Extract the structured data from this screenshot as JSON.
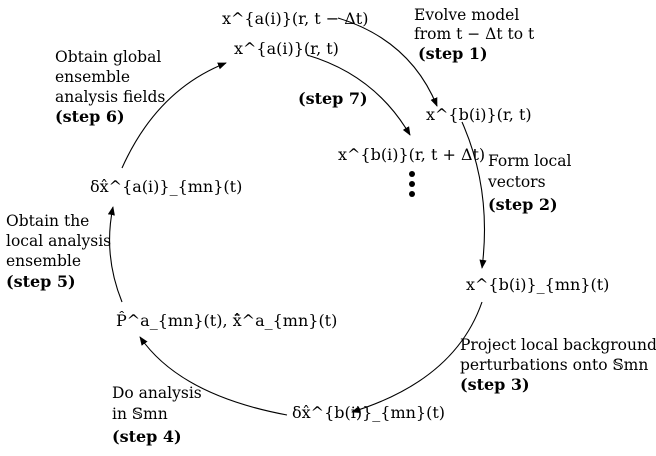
{
  "nodes": {
    "x_a_prev": "x^{a(i)}(r, t − Δt)",
    "x_a_t": "x^{a(i)}(r, t)",
    "x_b_t": "x^{b(i)}(r, t)",
    "x_b_next": "x^{b(i)}(r, t + Δt)",
    "x_b_local": "x^{b(i)}_{mn}(t)",
    "dx_b_local": "δx̂^{b(i)}_{mn}(t)",
    "p_a_local": "P̂^a_{mn}(t), x̂̄^a_{mn}(t)",
    "dx_a_local": "δx̂^{a(i)}_{mn}(t)"
  },
  "steps": {
    "s1": {
      "desc": [
        "Evolve model",
        "from t − Δt to t"
      ],
      "label": "(step 1)"
    },
    "s2": {
      "desc": [
        "Form local",
        "vectors"
      ],
      "label": "(step 2)"
    },
    "s3": {
      "desc": [
        "Project local background",
        "perturbations onto 𝕊mn"
      ],
      "label": "(step 3)"
    },
    "s4": {
      "desc": [
        "Do analysis",
        "in 𝕊mn"
      ],
      "label": "(step 4)"
    },
    "s5": {
      "desc": [
        "Obtain the",
        "local analysis",
        "ensemble"
      ],
      "label": "(step 5)"
    },
    "s6": {
      "desc": [
        "Obtain global",
        "ensemble",
        "analysis fields"
      ],
      "label": "(step 6)"
    },
    "s7": {
      "label": "(step 7)"
    }
  },
  "colors": {
    "ink": "#000000",
    "background": "#ffffff"
  }
}
